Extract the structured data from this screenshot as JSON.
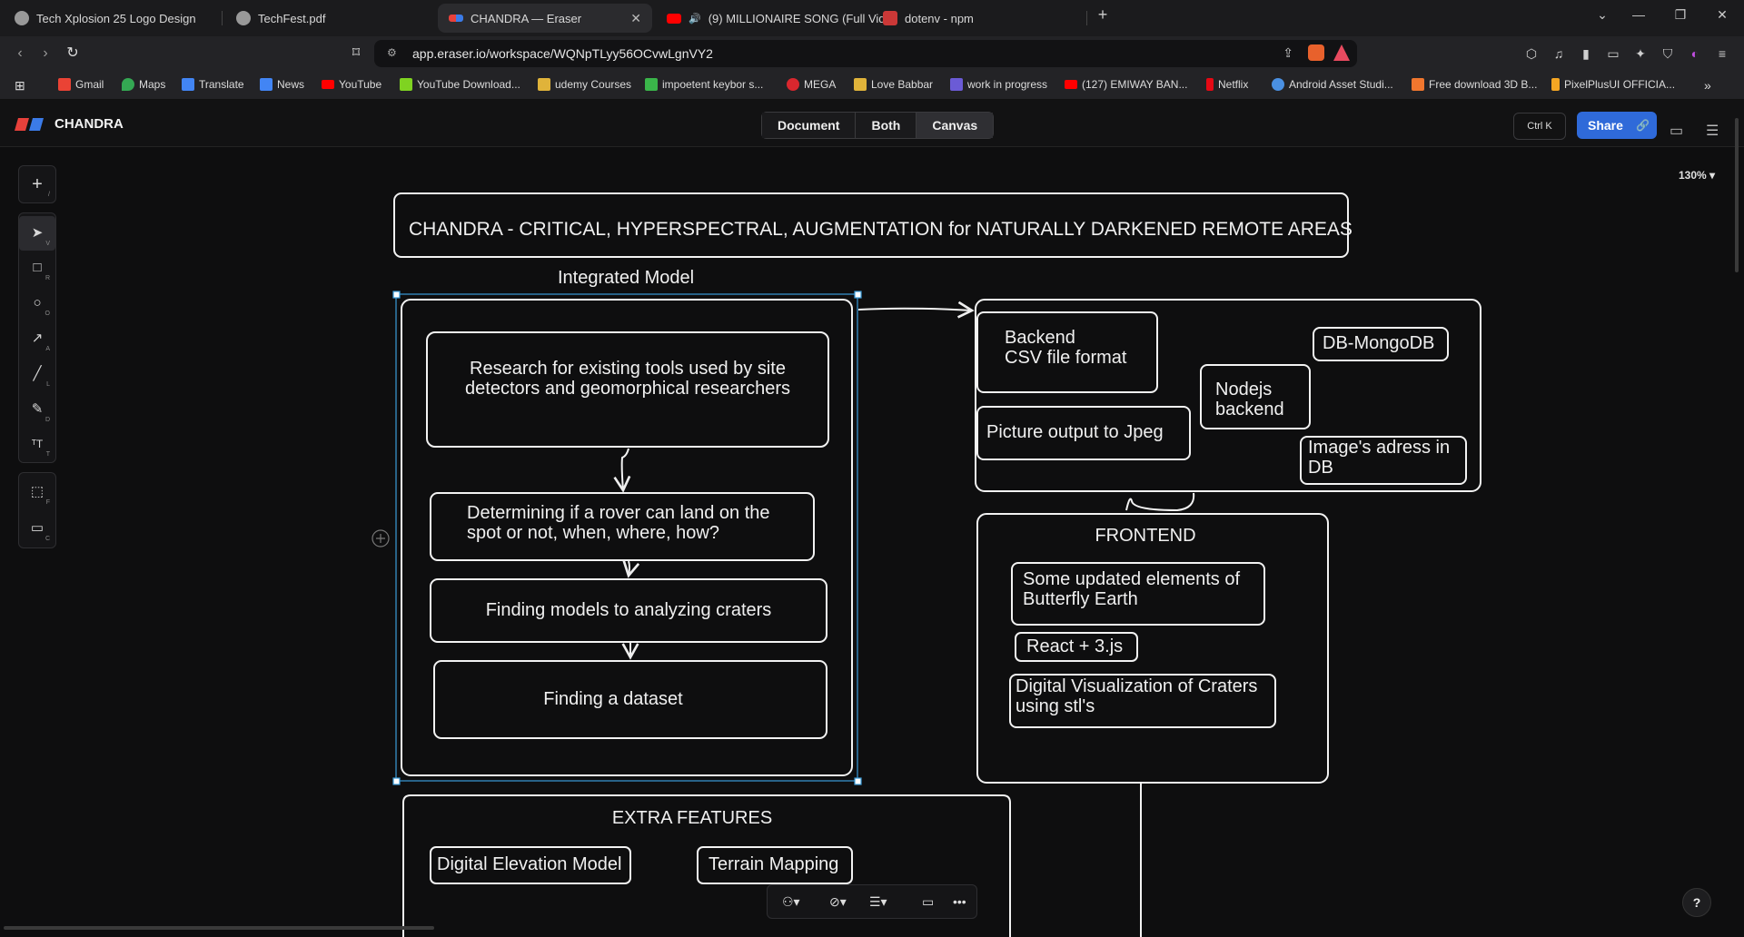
{
  "browser": {
    "tabs": [
      {
        "label": "Tech Xplosion 25 Logo Design"
      },
      {
        "label": "TechFest.pdf"
      },
      {
        "label": "CHANDRA — Eraser"
      },
      {
        "label": "(9) MILLIONAIRE SONG (Full Vid"
      },
      {
        "label": "dotenv - npm"
      }
    ],
    "new_tab": "+",
    "url": "app.eraser.io/workspace/WQNpTLyy56OCvwLgnVY2",
    "bookmarks": [
      {
        "label": "Gmail",
        "color": "#ea4335"
      },
      {
        "label": "Maps",
        "color": "#34a853"
      },
      {
        "label": "Translate",
        "color": "#4285f4"
      },
      {
        "label": "News",
        "color": "#4285f4"
      },
      {
        "label": "YouTube",
        "color": "#ff0000"
      },
      {
        "label": "YouTube Download...",
        "color": "#7fd321"
      },
      {
        "label": "udemy Courses",
        "color": "#e0b33a"
      },
      {
        "label": "impoetent keybor s...",
        "color": "#3ab54a"
      },
      {
        "label": "MEGA",
        "color": "#d9272e"
      },
      {
        "label": "Love Babbar",
        "color": "#e0b33a"
      },
      {
        "label": "work in progress",
        "color": "#6b5bd6"
      },
      {
        "label": "(127) EMIWAY BAN...",
        "color": "#ff0000"
      },
      {
        "label": "Netflix",
        "color": "#e50914"
      },
      {
        "label": "Android Asset Studi...",
        "color": "#4a90e2"
      },
      {
        "label": "Free download 3D B...",
        "color": "#f0762e"
      },
      {
        "label": "PixelPlusUI OFFICIA...",
        "color": "#f5a623"
      }
    ]
  },
  "app": {
    "name": "CHANDRA",
    "view_modes": [
      "Document",
      "Both",
      "Canvas"
    ],
    "shortcut": "Ctrl K",
    "share_label": "Share",
    "zoom": "130%",
    "help": "?"
  },
  "diagram": {
    "title": "CHANDRA - CRITICAL, HYPERSPECTRAL, AUGMENTATION for NATURALLY DARKENED REMOTE AREAS",
    "integrated_label": "Integrated Model",
    "steps": [
      "Research for existing tools used by site\ndetectors and geomorphical researchers",
      "Determining if a rover can land on the\nspot or not, when, where, how?",
      "Finding models to analyzing craters",
      "Finding a dataset"
    ],
    "backend": {
      "csv": "Backend\nCSV file format",
      "jpeg": "Picture output to Jpeg",
      "node": "Nodejs\nbackend",
      "mongo": "DB-MongoDB",
      "image_db": "Image's adress in\nDB"
    },
    "frontend": {
      "title": "FRONTEND",
      "items": [
        "Some updated elements of\nButterfly Earth",
        "React + 3.js",
        "Digital Visualization of Craters\nusing stl's"
      ]
    },
    "extra": {
      "title": "EXTRA FEATURES",
      "items": [
        "Digital Elevation Model",
        "Terrain Mapping"
      ]
    }
  }
}
